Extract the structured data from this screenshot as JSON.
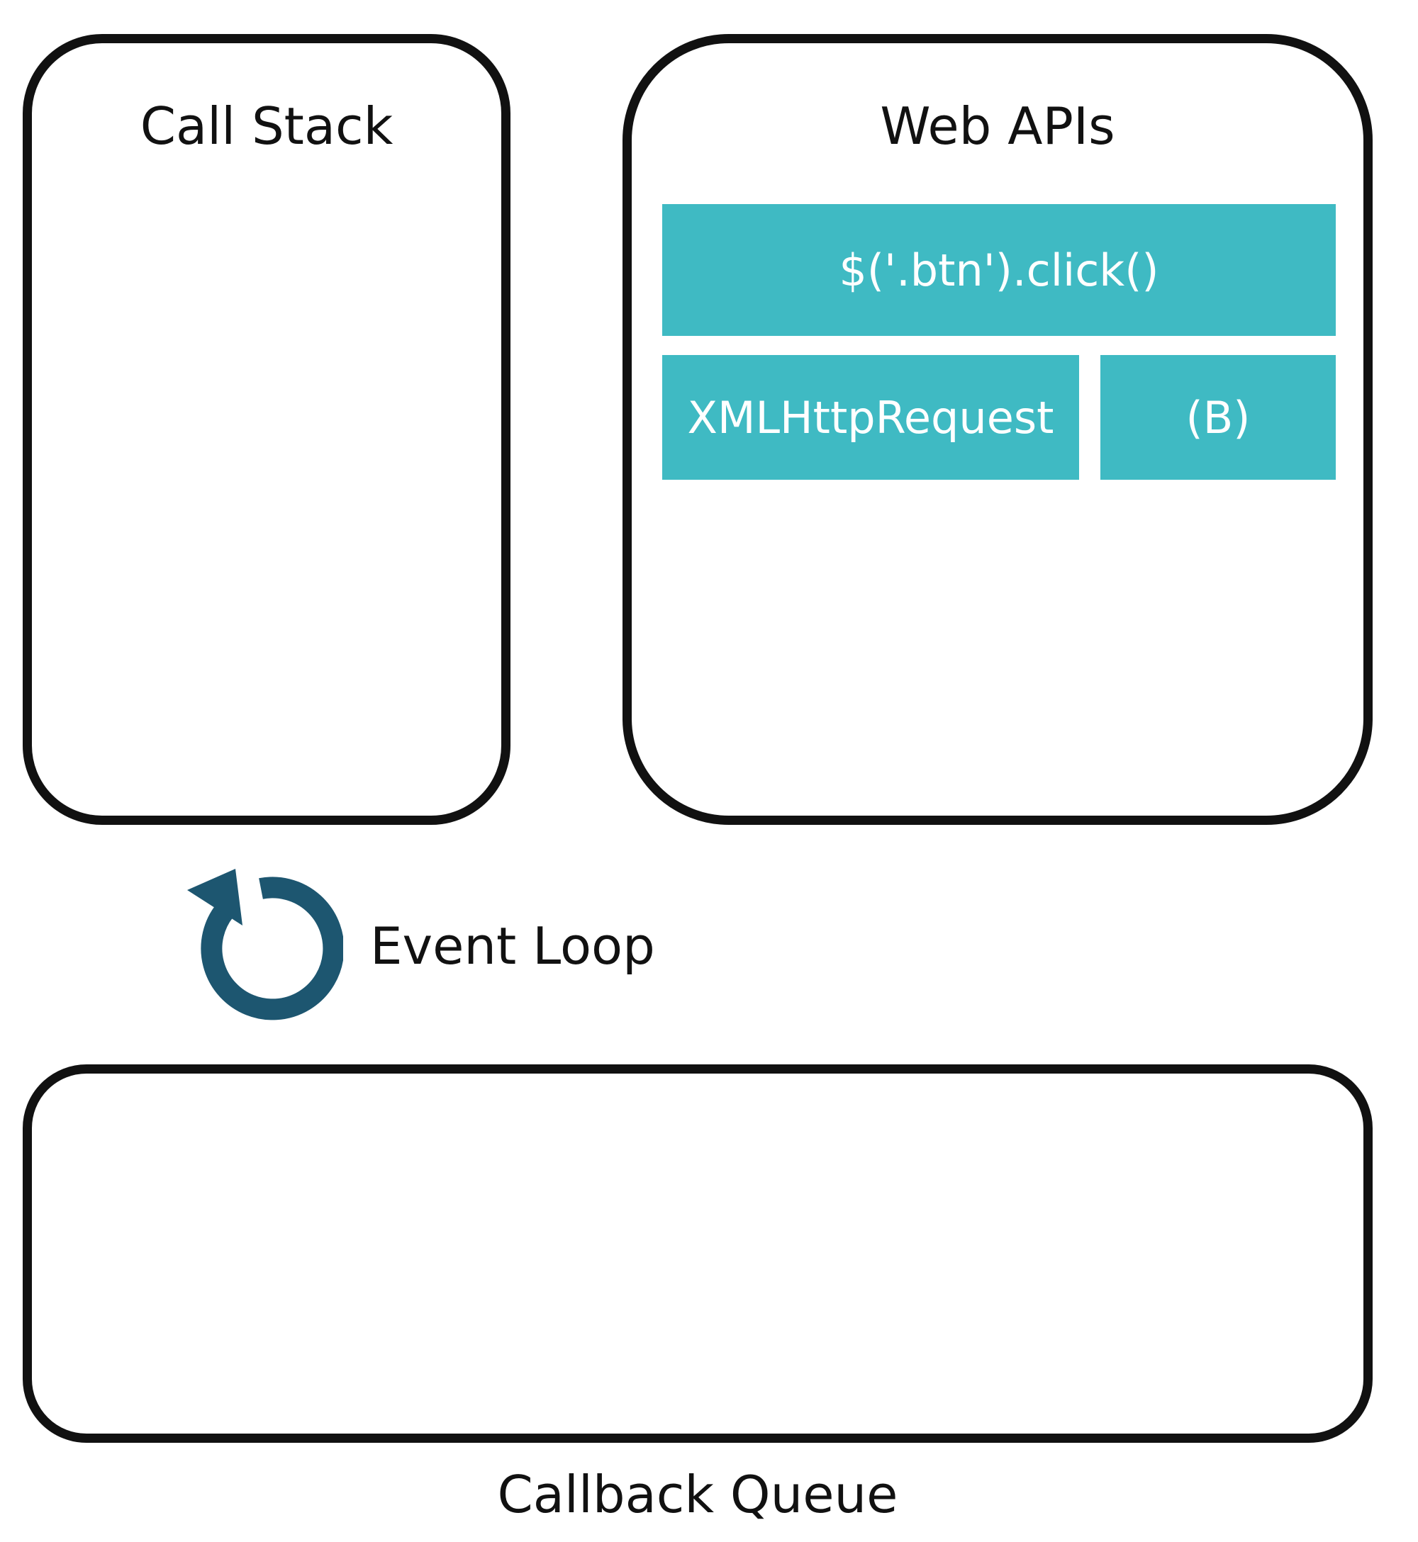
{
  "call_stack": {
    "title": "Call Stack"
  },
  "web_apis": {
    "title": "Web APIs",
    "items": [
      {
        "label": "$('.btn').click()"
      },
      {
        "label": "XMLHttpRequest"
      },
      {
        "label": "(B)"
      }
    ],
    "box_color": "#3fbac3"
  },
  "event_loop": {
    "label": "Event Loop",
    "icon": "circular-arrow-icon",
    "icon_color": "#1d5670"
  },
  "callback_queue": {
    "label": "Callback Queue"
  }
}
